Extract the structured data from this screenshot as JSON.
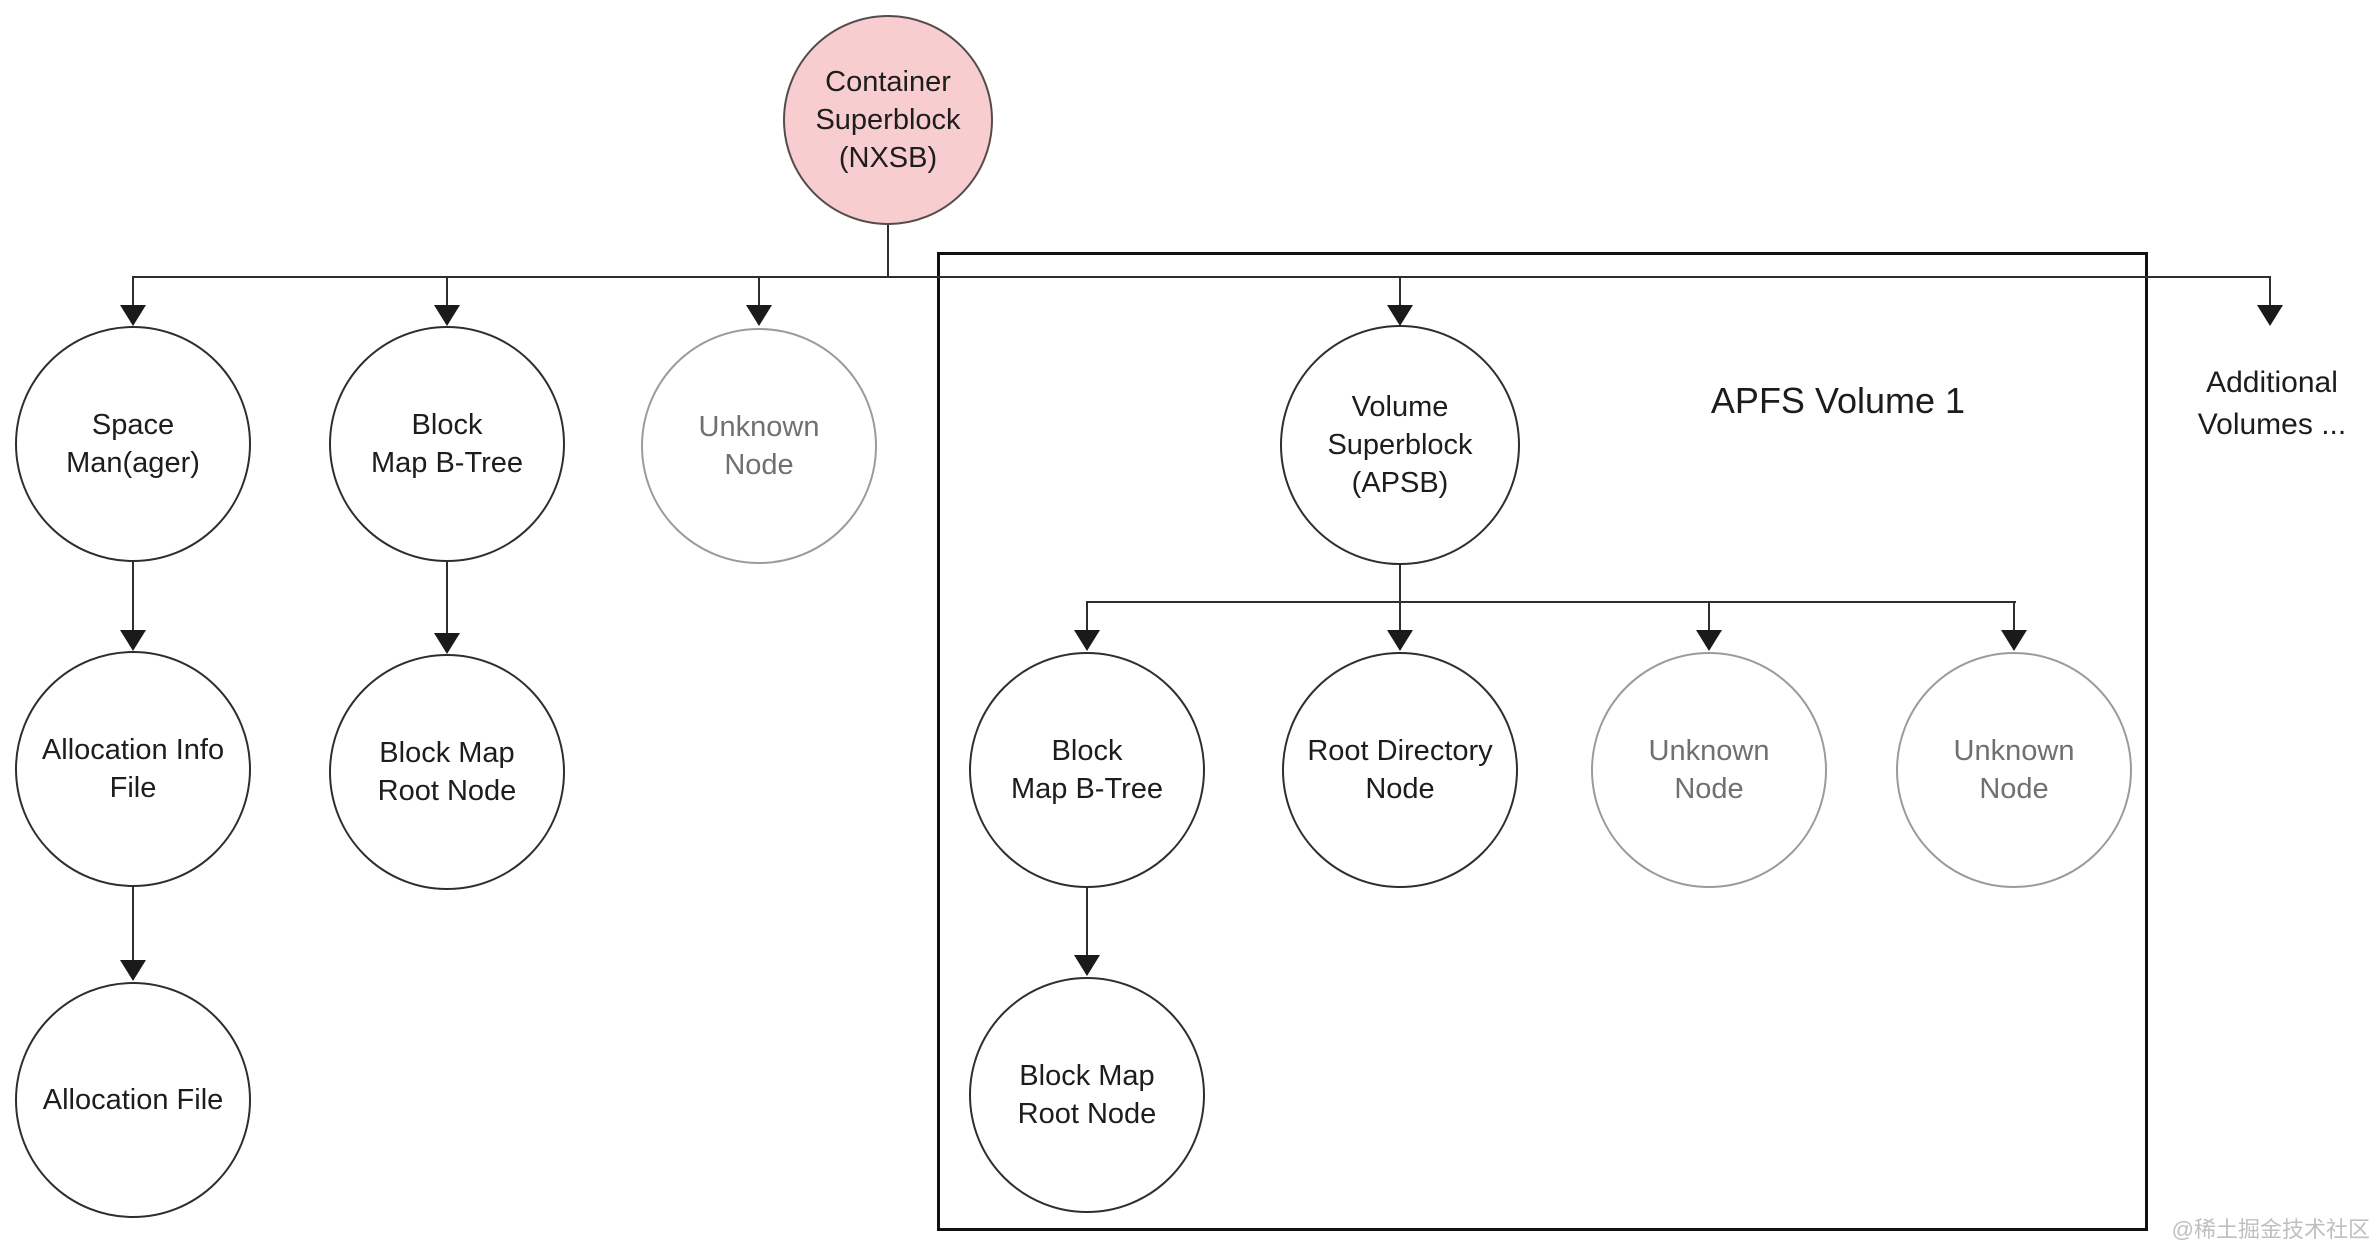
{
  "diagram": {
    "region_label": "APFS Volume 1",
    "nodes": {
      "container_superblock": "Container\nSuperblock\n(NXSB)",
      "space_manager": "Space\nMan(ager)",
      "block_map_btree_container": "Block\nMap B-Tree",
      "unknown_node_container": "Unknown\nNode",
      "volume_superblock": "Volume\nSuperblock\n(APSB)",
      "allocation_info_file": "Allocation Info\nFile",
      "block_map_root_container": "Block Map\nRoot Node",
      "allocation_file": "Allocation File",
      "block_map_btree_volume": "Block\nMap B-Tree",
      "root_directory_node": "Root Directory\nNode",
      "unknown_node_volume_1": "Unknown\nNode",
      "unknown_node_volume_2": "Unknown\nNode",
      "block_map_root_volume": "Block Map\nRoot Node"
    },
    "additional_volumes_label": "Additional\nVolumes ...",
    "watermark": "@稀土掘金技术社区",
    "colors": {
      "highlight_node_fill": "#f7cdd0",
      "highlight_node_stroke": "#554a4c",
      "node_stroke": "#2e2e2e",
      "node_text": "#1d1d1d",
      "muted_node_stroke": "#9b9b9b",
      "muted_node_text": "#707070",
      "connector": "#2e2e2e",
      "arrowhead": "#1a1a1a",
      "region_border": "#111111",
      "watermark_text": "#bfbfbf",
      "background": "#ffffff"
    }
  }
}
